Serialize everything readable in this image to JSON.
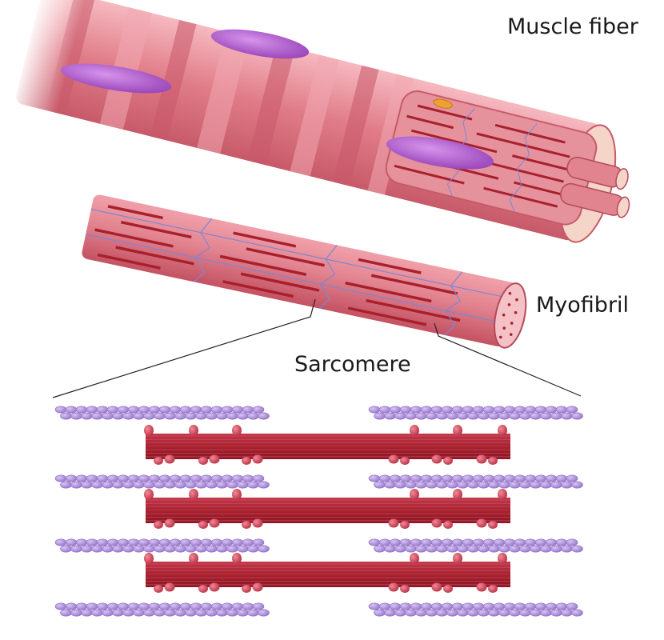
{
  "labels": {
    "muscle_fiber": "Muscle fiber",
    "myofibril": "Myofibril",
    "sarcomere": "Sarcomere"
  },
  "colors": {
    "fiber_base": "#e07c88",
    "fiber_band_dark": "#c9586a",
    "fiber_band_light": "#f2a8b2",
    "nucleus": "#a64fc4",
    "myofibril_body": "#d9707e",
    "myofibril_stripe": "#a8202e",
    "sarcoplasmic_reticulum": "#7a86d6",
    "mitochondria": "#f0a030",
    "thick_filament": "#b3283c",
    "myosin_head": "#d04658",
    "thin_filament": "#a98ad8",
    "leader_line": "#222222"
  },
  "icons": {
    "nucleus": "purple-ellipse-nucleus-icon",
    "mitochondrion": "orange-mitochondrion-icon",
    "myosin_head": "myosin-head-icon",
    "actin_bead": "actin-bead-icon"
  }
}
